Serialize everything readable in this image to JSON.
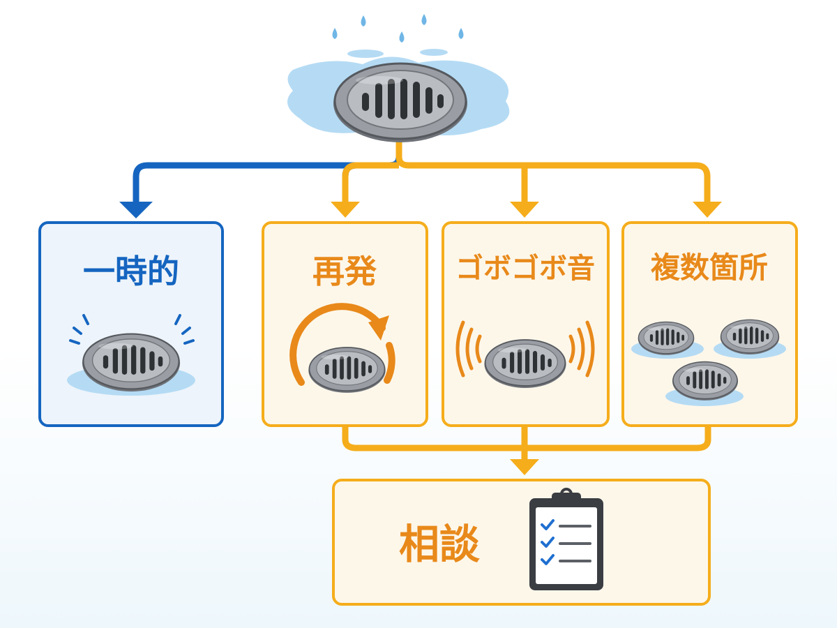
{
  "nodes": {
    "temporary": {
      "label": "一時的"
    },
    "recurring": {
      "label": "再発"
    },
    "gurgling": {
      "label": "ゴボゴボ音"
    },
    "multiple": {
      "label": "複数箇所"
    },
    "consult": {
      "label": "相談"
    }
  },
  "colors": {
    "blue": "#1565c0",
    "orange": "#f5ad1b",
    "text_orange": "#e8891a",
    "water": "#a9d3f0",
    "blue_fill": "#edf4fb",
    "orange_fill": "#fdf7ea"
  },
  "icons": {
    "top": "overflowing-drain-icon",
    "temporary": "drain-icon",
    "recurring": "recurring-drain-icon",
    "gurgling": "gurgling-drain-icon",
    "multiple": "multiple-drains-icon",
    "consult": "clipboard-checklist-icon"
  }
}
